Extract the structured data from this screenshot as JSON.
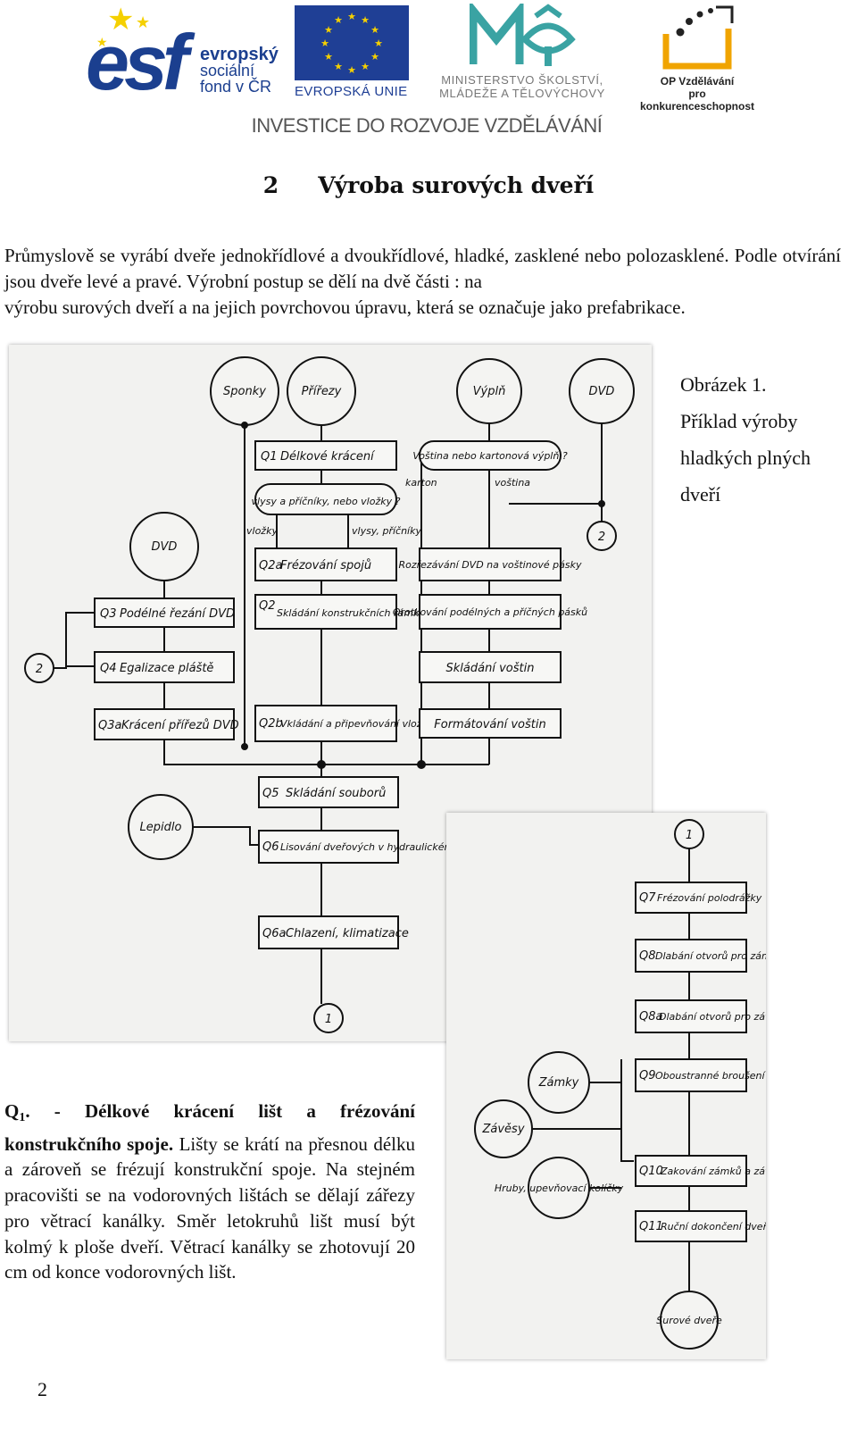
{
  "header": {
    "esf": {
      "letters": "esf",
      "line1": "evropský",
      "line2": "sociální",
      "line3": "fond v ČR"
    },
    "eu_label": "EVROPSKÁ UNIE",
    "msmt": {
      "line1": "MINISTERSTVO ŠKOLSTVÍ,",
      "line2": "MLÁDEŽE A TĚLOVÝCHOVY"
    },
    "op": {
      "line1": "OP Vzdělávání",
      "line2": "pro konkurenceschopnost"
    },
    "investice": "INVESTICE DO ROZVOJE VZDĚLÁVÁNÍ"
  },
  "heading": {
    "number": "2",
    "title": "Výroba surových dveří"
  },
  "intro": {
    "line1": "Průmyslově se vyrábí dveře jednokřídlové a dvoukřídlové, hladké, zasklené nebo polozasklené. Podle otvírání jsou dveře levé a pravé. Výrobní postup se dělí na dvě části : na",
    "line2": "výrobu surových dveří a na jejich povrchovou úpravu, která se označuje jako prefabrikace."
  },
  "caption": {
    "line1": "Obrázek 1.",
    "line2": "Příklad výroby",
    "line3": "hladkých plných",
    "line4": "dveří"
  },
  "diagram_main": {
    "circles": {
      "sponky": "Sponky",
      "prirezy": "Přířezy",
      "vypln": "Výplň",
      "dvd_top": "DVD",
      "dvd_left": "DVD",
      "lepidlo": "Lepidlo",
      "conn2_right": "2",
      "conn2_left": "2",
      "conn1_bottom": "1"
    },
    "boxes": {
      "q1": {
        "code": "Q1",
        "label": "Délkové krácení"
      },
      "vlysy": {
        "label": "vlysy a příčníky, nebo vložky ?"
      },
      "q2a": {
        "code": "Q2a",
        "label": "Frézování spojů"
      },
      "q2": {
        "code": "Q2",
        "label": "Skládání konstrukčních rámků"
      },
      "q2b": {
        "code": "Q2b",
        "label": "Vkládání a připevňování vložek"
      },
      "vostina": {
        "label": "Voština nebo kartonová výplň ?"
      },
      "rozrezavani": {
        "label": "Rozřezávání DVD na voštinové pásky"
      },
      "orotkovani": {
        "label": "Orotkování podélných a příčných pásků"
      },
      "skladani_vostin": {
        "label": "Skládání voštin"
      },
      "formatovani": {
        "label": "Formátování voštin"
      },
      "q3": {
        "code": "Q3",
        "label": "Podélné řezání DVD"
      },
      "q4": {
        "code": "Q4",
        "label": "Egalizace pláště"
      },
      "q3a": {
        "code": "Q3a",
        "label": "Krácení přířezů DVD"
      },
      "q5": {
        "code": "Q5",
        "label": "Skládání souborů"
      },
      "q6": {
        "code": "Q6",
        "label": "Lisování dveřových v hydraulickém lisu"
      },
      "q6a": {
        "code": "Q6a",
        "label": "Chlazení, klimatizace"
      }
    },
    "branch_labels": {
      "vlozky": "vložky",
      "vlysy_pricniky": "vlysy, příčníky",
      "karton": "karton",
      "vostina": "voština"
    }
  },
  "diagram_second": {
    "circles": {
      "conn1_top": "1",
      "zamky": "Zámky",
      "zavesy": "Závěsy",
      "hrucky": "Hruby, upevňovací kolíčky",
      "surove_dvere": "Surové dveře"
    },
    "boxes": {
      "q7": {
        "code": "Q7",
        "label": "Frézování polodrážky"
      },
      "q8": {
        "code": "Q8",
        "label": "Dlabání otvorů pro zámek"
      },
      "q8a": {
        "code": "Q8a",
        "label": "Dlabání otvorů pro závěsy"
      },
      "q9": {
        "code": "Q9",
        "label": "Oboustranné broušení ploch"
      },
      "q10": {
        "code": "Q10",
        "label": "Zakování zámků a závěsů"
      },
      "q11": {
        "code": "Q11",
        "label": "Ruční dokončení dveří"
      }
    }
  },
  "q1_text": {
    "code": "Q",
    "sub": "1",
    "bold_rest": ". - Délkové krácení lišt a frézování konstrukčního spoje.",
    "text": " Lišty se krátí na přesnou délku a zároveň se frézují konstrukční spoje. Na stejném pracovišti se na vodorovných lištách se dělají zářezy pro větrací kanálky. Směr letokruhů lišt musí být kolmý k ploše dveří. Větrací kanálky se zhotovují 20 cm od konce vodorovných lišt."
  },
  "page_number": "2"
}
